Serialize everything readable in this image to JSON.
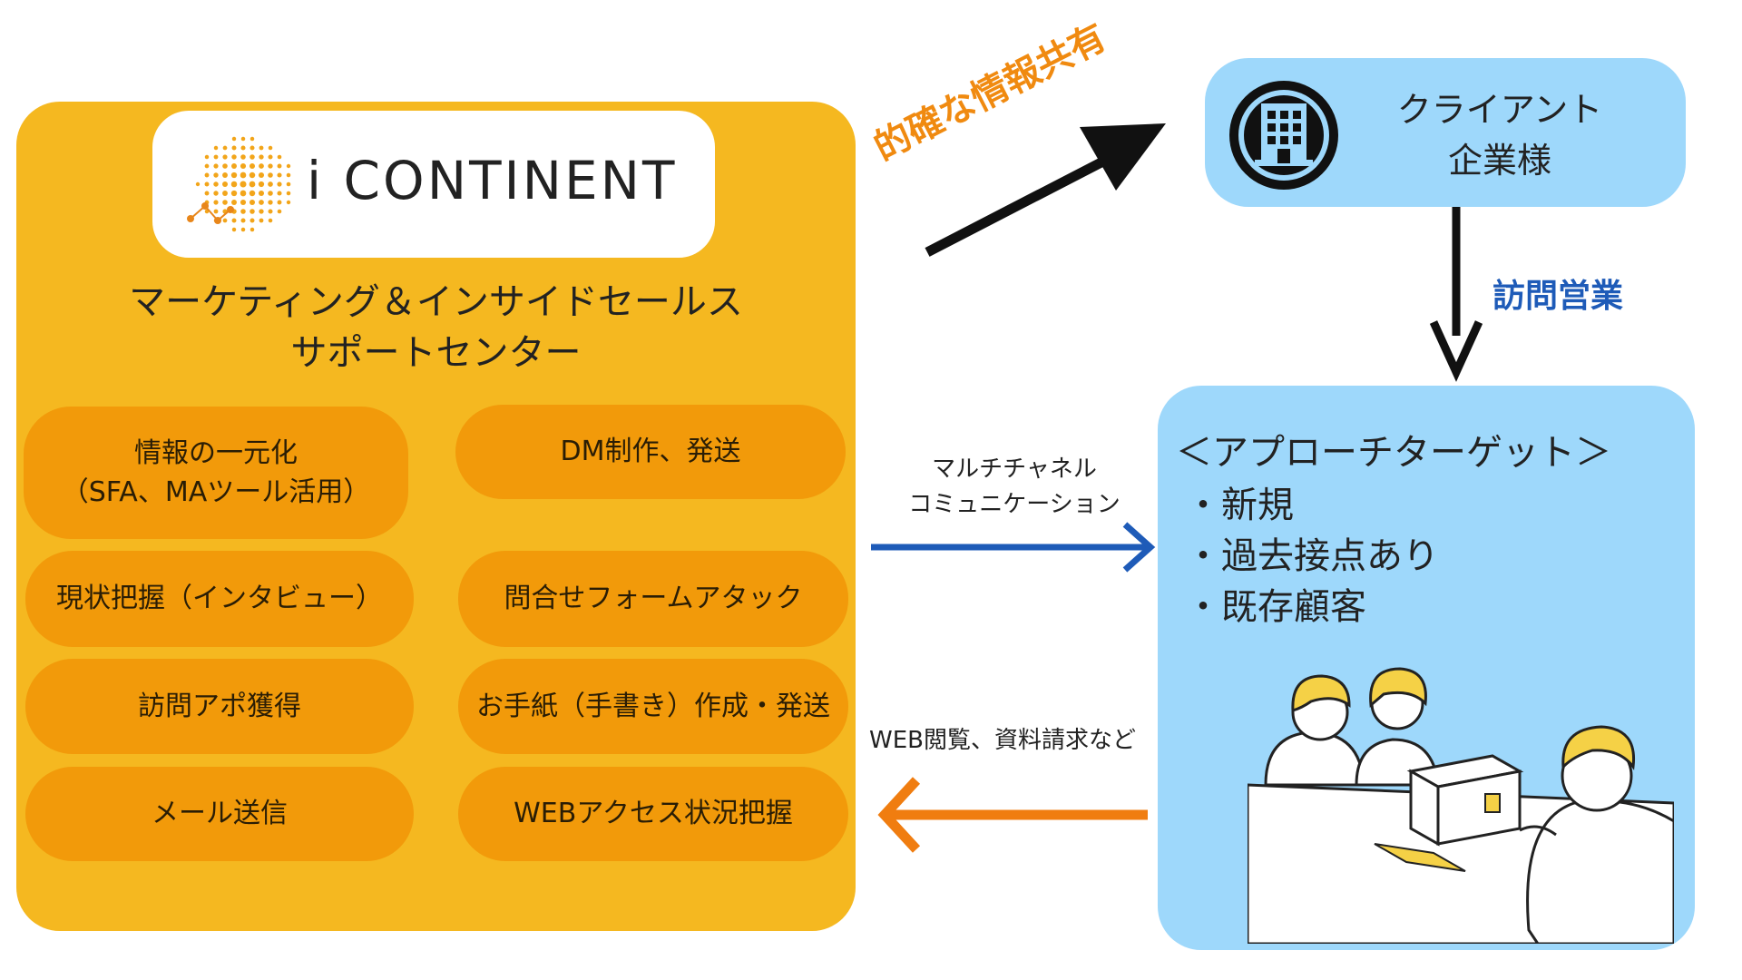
{
  "logo": {
    "name": "i CONTINENT"
  },
  "left_panel": {
    "title_line1": "マーケティング＆インサイドセールス",
    "title_line2": "サポートセンター",
    "services": [
      {
        "line1": "情報の一元化",
        "line2": "（SFA、MAツール活用）"
      },
      {
        "line1": "DM制作、発送"
      },
      {
        "line1": "現状把握（インタビュー）"
      },
      {
        "line1": "問合せフォームアタック"
      },
      {
        "line1": "訪問アポ獲得"
      },
      {
        "line1": "お手紙（手書き）作成・発送"
      },
      {
        "line1": "メール送信"
      },
      {
        "line1": "WEBアクセス状況把握"
      }
    ]
  },
  "client": {
    "line1": "クライアント",
    "line2": "企業様",
    "icon": "building-icon"
  },
  "target": {
    "title": "＜アプローチターゲット＞",
    "items": [
      "・新規",
      "・過去接点あり",
      "・既存顧客"
    ]
  },
  "arrows": {
    "info_share": "的確な情報共有",
    "visit_sales": "訪問営業",
    "multichannel_line1": "マルチチャネル",
    "multichannel_line2": "コミュニケーション",
    "web_views": "WEB閲覧、資料請求など"
  },
  "colors": {
    "panel_orange": "#f5b820",
    "pill_orange": "#f29a0a",
    "client_blue": "#9ed8fb",
    "label_orange": "#f08a10",
    "label_blue": "#1e5bb8",
    "arrow_blue": "#1e5bb8",
    "arrow_orange": "#f07d10"
  }
}
